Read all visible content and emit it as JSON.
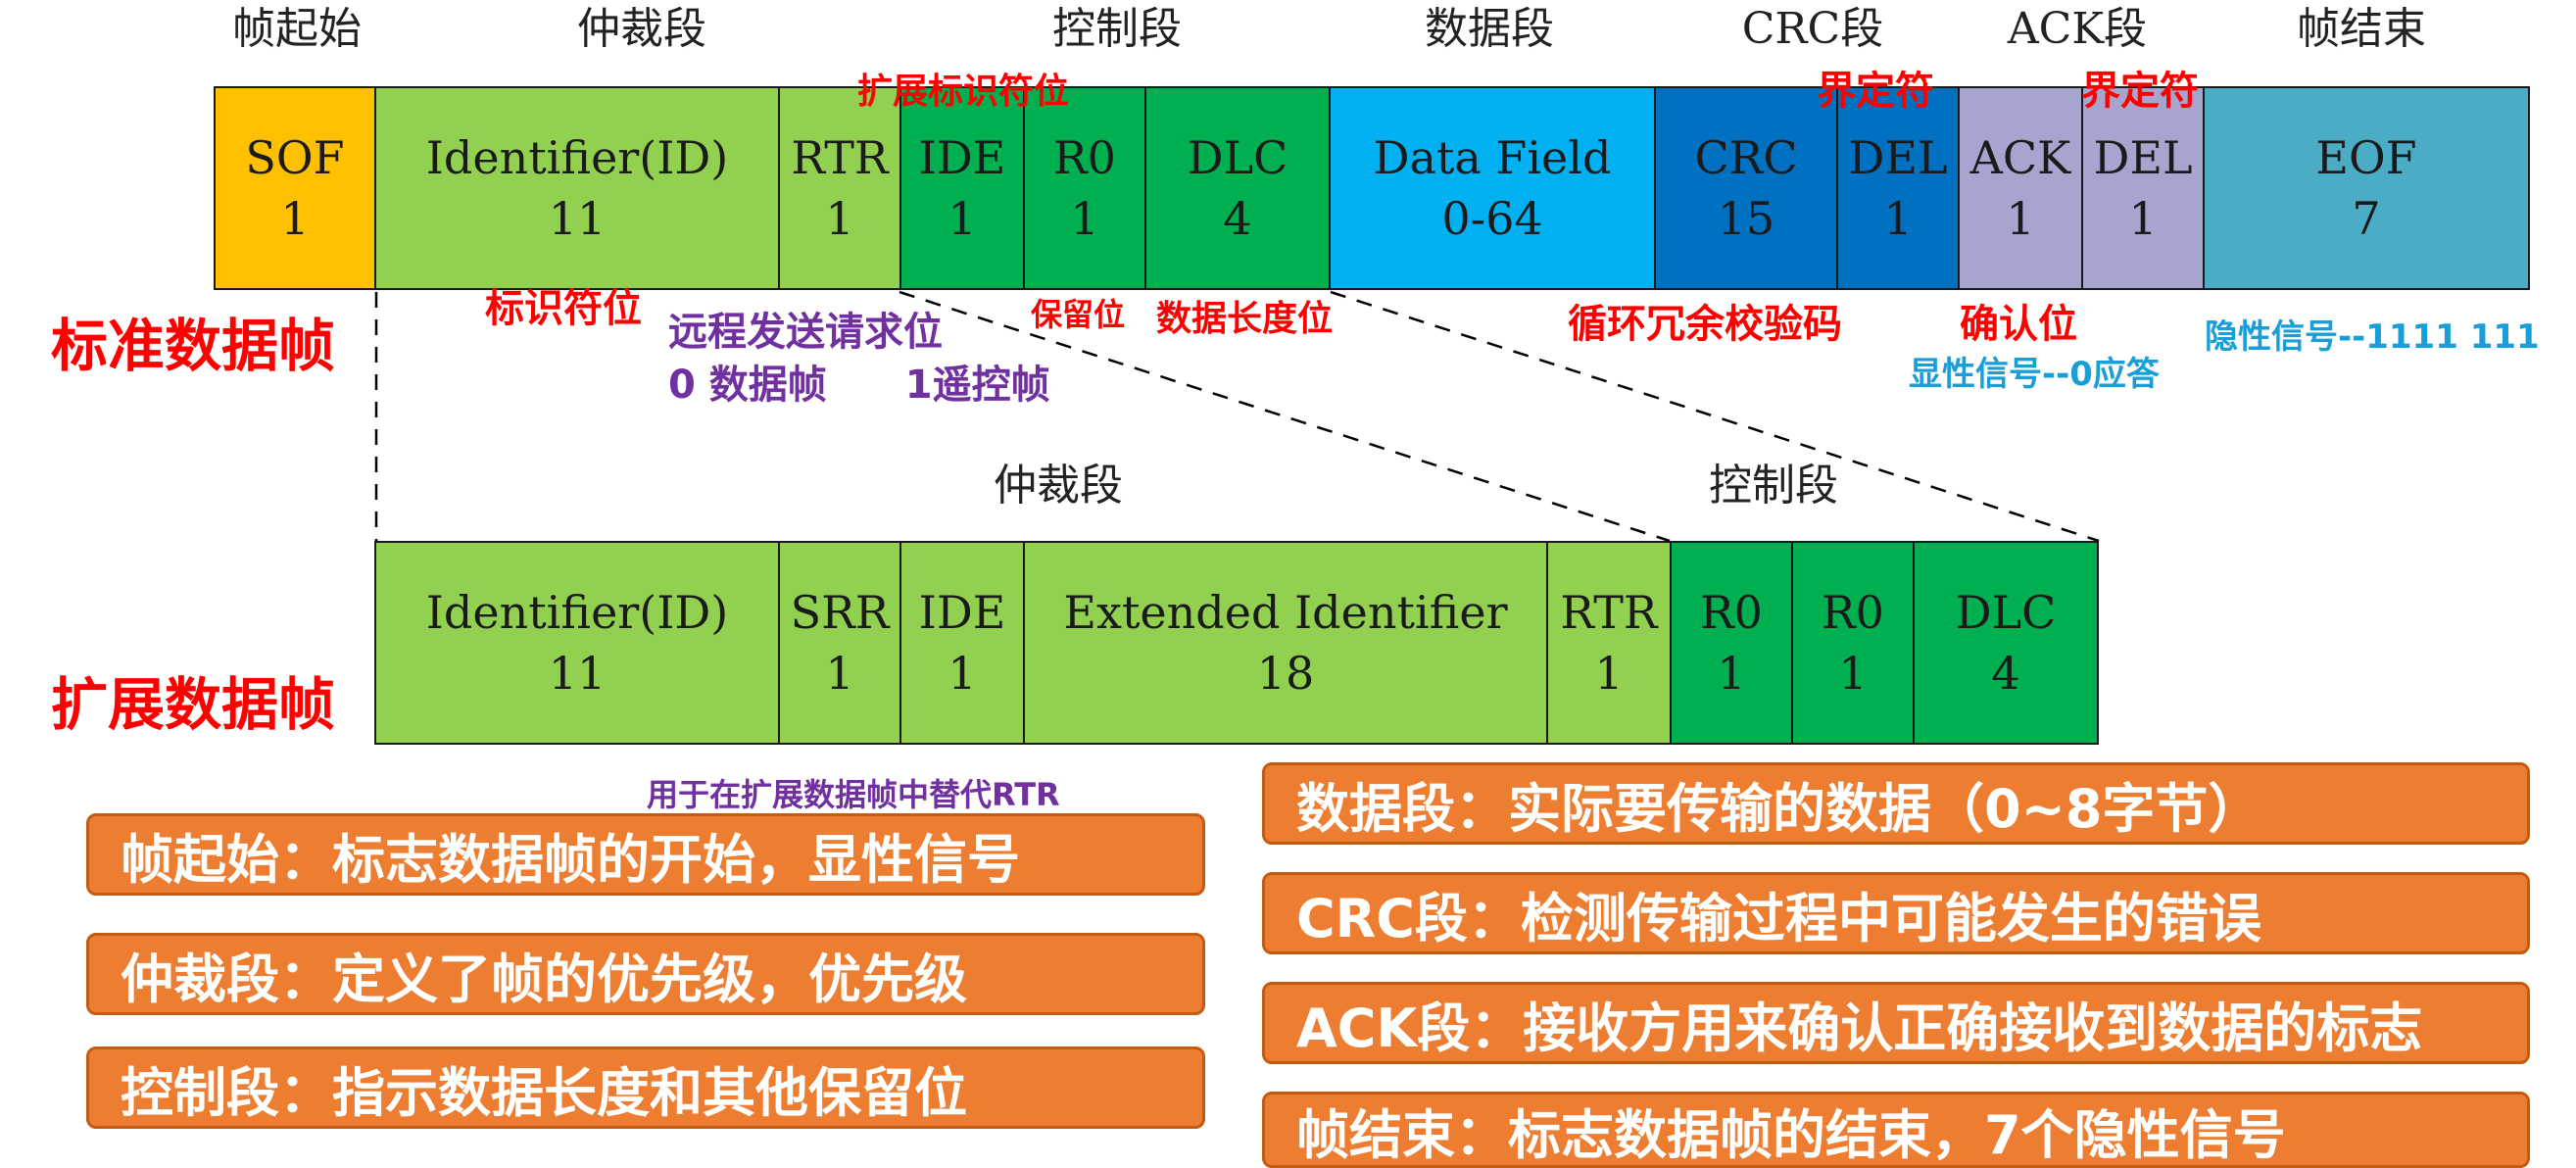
{
  "segment_titles": {
    "sof": "帧起始",
    "arbitration": "仲裁段",
    "control": "控制段",
    "data": "数据段",
    "crc": "CRC段",
    "ack": "ACK段",
    "eof": "帧结束"
  },
  "standard_frame": {
    "label": "标准数据帧",
    "cells": [
      {
        "name": "SOF",
        "bits": "1",
        "color": "#ffc000"
      },
      {
        "name": "Identifier(ID)",
        "bits": "11",
        "color": "#92d050"
      },
      {
        "name": "RTR",
        "bits": "1",
        "color": "#92d050"
      },
      {
        "name": "IDE",
        "bits": "1",
        "color": "#00b050"
      },
      {
        "name": "R0",
        "bits": "1",
        "color": "#00b050"
      },
      {
        "name": "DLC",
        "bits": "4",
        "color": "#00b050"
      },
      {
        "name": "Data Field",
        "bits": "0-64",
        "color": "#00b0f0"
      },
      {
        "name": "CRC",
        "bits": "15",
        "color": "#0070c0"
      },
      {
        "name": "DEL",
        "bits": "1",
        "color": "#0070c0"
      },
      {
        "name": "ACK",
        "bits": "1",
        "color": "#a5a5d0"
      },
      {
        "name": "DEL",
        "bits": "1",
        "color": "#a5a5d0"
      },
      {
        "name": "EOF",
        "bits": "7",
        "color": "#4bacc6"
      }
    ]
  },
  "extended_frame": {
    "label": "扩展数据帧",
    "title_arbitration": "仲裁段",
    "title_control": "控制段",
    "cells": [
      {
        "name": "Identifier(ID)",
        "bits": "11",
        "color": "#92d050"
      },
      {
        "name": "SRR",
        "bits": "1",
        "color": "#92d050"
      },
      {
        "name": "IDE",
        "bits": "1",
        "color": "#92d050"
      },
      {
        "name": "Extended Identifier",
        "bits": "18",
        "color": "#92d050"
      },
      {
        "name": "RTR",
        "bits": "1",
        "color": "#92d050"
      },
      {
        "name": "R0",
        "bits": "1",
        "color": "#00b050"
      },
      {
        "name": "R0",
        "bits": "1",
        "color": "#00b050"
      },
      {
        "name": "DLC",
        "bits": "4",
        "color": "#00b050"
      }
    ]
  },
  "annotations": {
    "ext_flag": "扩展标识符位",
    "delimiter_crc": "界定符",
    "delimiter_ack": "界定符",
    "identifier": "标识符位",
    "rtr_line1": "远程发送请求位",
    "rtr_line2": "0 数据帧　　1遥控帧",
    "reserved": "保留位",
    "dlc": "数据长度位",
    "crc": "循环冗余校验码",
    "ack": "确认位",
    "eof": "隐性信号--1111 111",
    "ack_slot": "显性信号--0应答",
    "srr": "用于在扩展数据帧中替代RTR"
  },
  "descriptions": [
    "帧起始：标志数据帧的开始，显性信号",
    "仲裁段：定义了帧的优先级，优先级",
    "控制段：指示数据长度和其他保留位",
    "数据段：实际要传输的数据（0~8字节）",
    "CRC段：检测传输过程中可能发生的错误",
    "ACK段：接收方用来确认正确接收到数据的标志",
    "帧结束：标志数据帧的结束，7个隐性信号"
  ],
  "colors": {
    "sof": "#ffc000",
    "arbitration": "#92d050",
    "control": "#00b050",
    "data": "#00b0f0",
    "crc": "#0070c0",
    "ack": "#a5a5d0",
    "eof": "#4bacc6",
    "description_box": "#ed7d31",
    "annotation_red": "#ff0000",
    "annotation_purple": "#7030a0",
    "annotation_blue": "#1a9ed8"
  }
}
